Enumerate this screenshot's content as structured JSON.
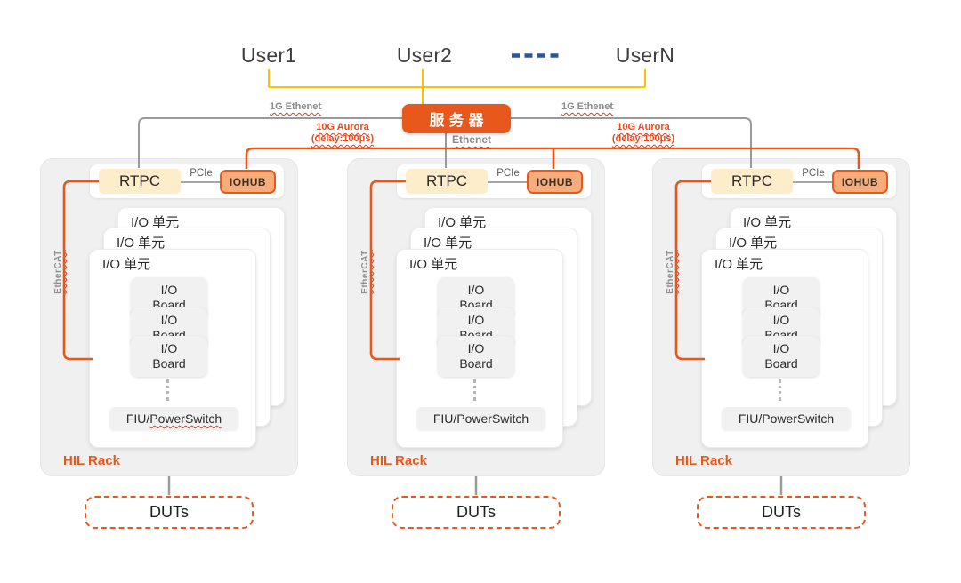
{
  "users": {
    "user1": "User1",
    "user2": "User2",
    "userN": "UserN"
  },
  "server": {
    "label": "服务器"
  },
  "links": {
    "eth_left": "1G Ethenet",
    "eth_right": "1G Ethenet",
    "aurora_left_1": "10G Aurora",
    "aurora_left_2": "(delay:100μs)",
    "aurora_right_1": "10G Aurora",
    "aurora_right_2": "(delay:100μs)",
    "ethernet_mid": "Ethenet"
  },
  "rack": {
    "rtpc": "RTPC",
    "pcie": "PCIe",
    "iohub": "IOHUB",
    "ethercat": "EtherCAT",
    "io_unit": "I/O 单元",
    "io_board_l1": "I/O",
    "io_board_l2": "Board",
    "fiu_prefix": "FIU/",
    "fiu_word": "PowerSwitch",
    "label": "HIL Rack",
    "duts": "DUTs"
  },
  "colors": {
    "accent_orange": "#E8581C",
    "label_red": "#E8481C",
    "bracket_yellow": "#FFC000",
    "dash_blue": "#2F5597",
    "line_gray": "#9A9A9A",
    "rtpc_fill": "#FDEDCB",
    "iohub_fill": "#F5AD7B",
    "rack_bg": "#F0F0F0"
  }
}
